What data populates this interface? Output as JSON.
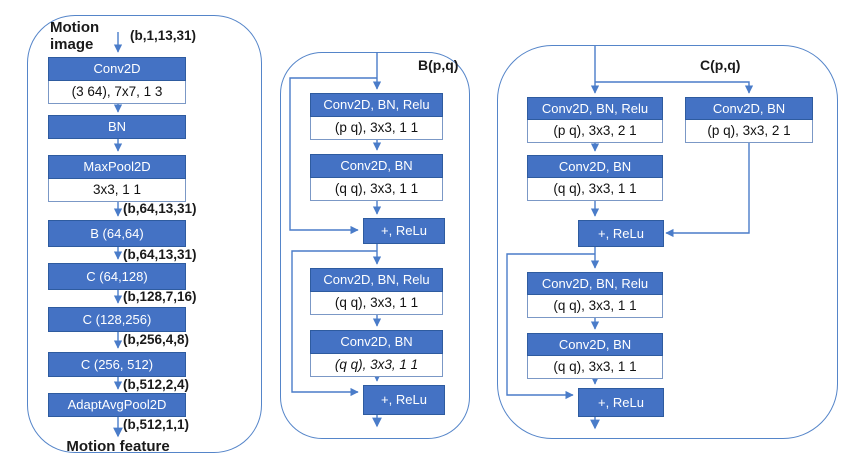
{
  "colors": {
    "block_fill": "#4472C4",
    "block_border": "#2e5b9f",
    "param_border": "#7b98c6",
    "line": "#4a7cc9",
    "panel_border": "#5585c9",
    "text_dark": "#1a1a1a"
  },
  "left": {
    "input_label": "Motion image",
    "input_dim": "(b,1,13,31)",
    "blocks": {
      "conv": {
        "header": "Conv2D",
        "params": "(3 64), 7x7, 1 3"
      },
      "bn": {
        "header": "BN"
      },
      "maxpool": {
        "header": "MaxPool2D",
        "params": "3x3, 1 1"
      },
      "b": {
        "header": "B (64,64)"
      },
      "c1": {
        "header": "C (64,128)"
      },
      "c2": {
        "header": "C (128,256)"
      },
      "c3": {
        "header": "C (256, 512)"
      },
      "pool": {
        "header": "AdaptAvgPool2D"
      }
    },
    "dims": {
      "after_maxpool": "(b,64,13,31)",
      "after_b": "(b,64,13,31)",
      "after_c1": "(b,128,7,16)",
      "after_c2": "(b,256,4,8)",
      "after_c3": "(b,512,2,4)",
      "after_pool": "(b,512,1,1)"
    },
    "output_label": "Motion feature"
  },
  "middle": {
    "title": "B(p,q)",
    "block1": {
      "header": "Conv2D, BN, Relu",
      "params": "(p q), 3x3, 1 1"
    },
    "block2": {
      "header": "Conv2D, BN",
      "params": "(q q), 3x3, 1 1"
    },
    "add1": "+, ReLu",
    "block3": {
      "header": "Conv2D, BN, Relu",
      "params": "(q q), 3x3, 1 1"
    },
    "block4": {
      "header": "Conv2D, BN",
      "params": "(q q), 3x3, 1 1"
    },
    "add2": "+, ReLu"
  },
  "right": {
    "title": "C(p,q)",
    "block1": {
      "header": "Conv2D, BN, Relu",
      "params": "(p q), 3x3, 2 1"
    },
    "shortcut": {
      "header": "Conv2D, BN",
      "params": "(p q), 3x3, 2 1"
    },
    "block2": {
      "header": "Conv2D, BN",
      "params": "(q q), 3x3, 1 1"
    },
    "add1": "+, ReLu",
    "block3": {
      "header": "Conv2D, BN, Relu",
      "params": "(q q), 3x3, 1 1"
    },
    "block4": {
      "header": "Conv2D, BN",
      "params": "(q q), 3x3, 1 1"
    },
    "add2": "+, ReLu"
  }
}
